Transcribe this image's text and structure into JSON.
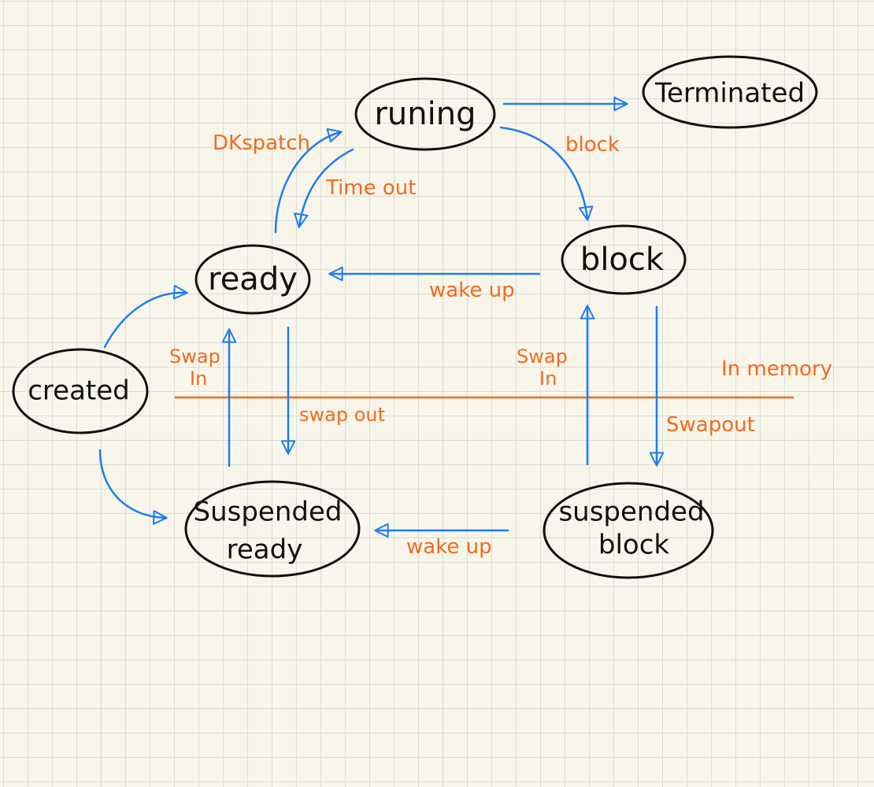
{
  "colors": {
    "paper": "#f8f6ea",
    "grid": "#dcdcd6",
    "ink": "#111111",
    "arrow": "#1e7df0",
    "label": "#f36a1f"
  },
  "states": {
    "running": "runing",
    "terminated": "Terminated",
    "ready": "ready",
    "block": "block",
    "created": "created",
    "suspended_ready": [
      "Suspended",
      "ready"
    ],
    "suspended_block": [
      "suspended",
      "block"
    ]
  },
  "transitions": {
    "dispatch": "DKspatch",
    "time_out": "Time out",
    "block": "block",
    "wake_up_ready": "wake up",
    "swap_in_ready": [
      "Swap",
      "In"
    ],
    "swap_out_ready": "swap out",
    "swap_in_block": [
      "Swap",
      "In"
    ],
    "swap_out_block": "Swapout",
    "wake_up_suspended": "wake up"
  },
  "region_label": "In memory"
}
